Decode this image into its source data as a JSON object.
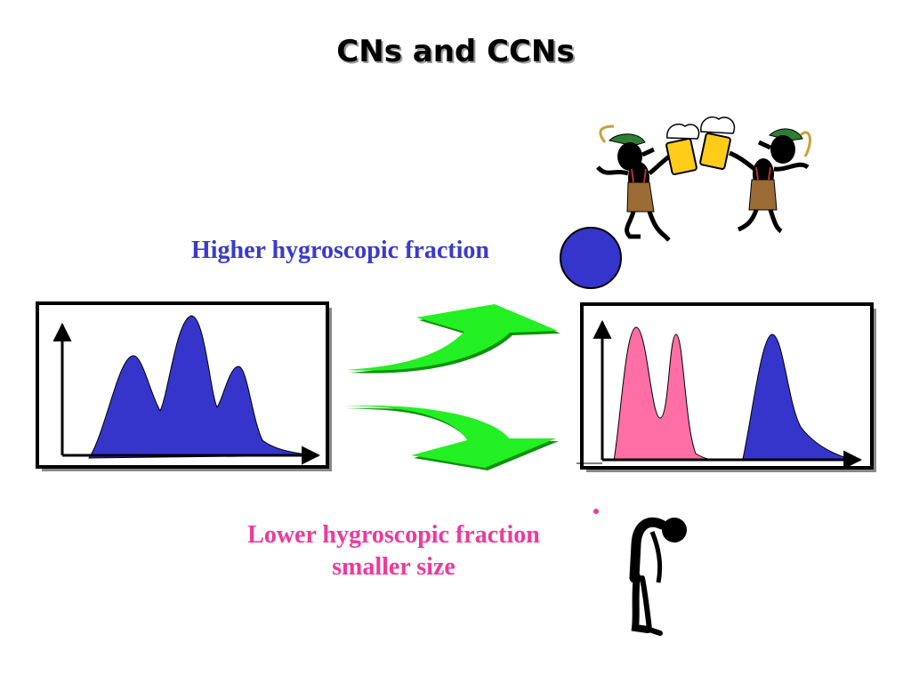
{
  "slide": {
    "title": "CNs and CCNs"
  },
  "labels": {
    "higher": "Higher hygroscopic fraction",
    "lower_line1": "Lower hygroscopic fraction",
    "lower_line2": "smaller size"
  },
  "colors": {
    "hygroscopic": "#3535cc",
    "non_hygroscopic": "#ff6fa5",
    "arrow": "#22f022",
    "higher_label": "#3a3acc",
    "lower_label": "#ee3a9a"
  },
  "icons": {
    "higher": "blue-droplet-icon",
    "lower": "pink-dot-icon",
    "cheering": "cheering-figures-with-beer-icon",
    "sad": "sad-slumped-figure-icon"
  }
}
